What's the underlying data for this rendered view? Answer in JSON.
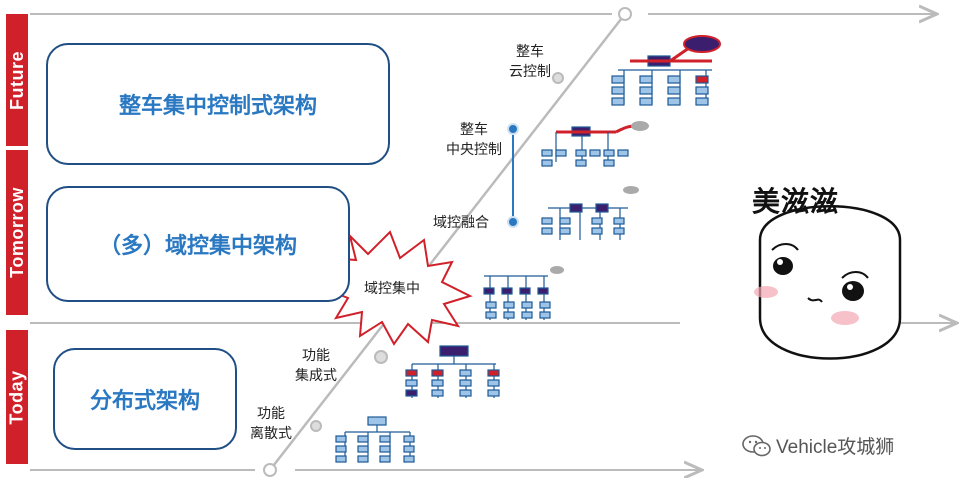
{
  "bands": {
    "future": "Future",
    "tomorrow": "Tomorrow",
    "today": "Today"
  },
  "boxes": {
    "future": "整车集中控制式架构",
    "tomorrow": "（多）域控集中架构",
    "today": "分布式架构"
  },
  "stages": {
    "discrete": [
      "功能",
      "离散式"
    ],
    "integrated": [
      "功能",
      "集成式"
    ],
    "domain_central": "域控集中",
    "domain_fusion": "域控融合",
    "vehicle_central": [
      "整车",
      "中央控制"
    ],
    "vehicle_cloud": [
      "整车",
      "云控制"
    ]
  },
  "sticker_text": "美滋滋",
  "brand": "Vehicle攻城狮",
  "colors": {
    "band_red": "#d0202a",
    "box_border": "#1f4f84",
    "box_text": "#2a78c2",
    "ecu_fill": "#9ec5e8",
    "ecu_border": "#1e5a96",
    "gateway": "#3b1f6e",
    "link_red": "#d0202a",
    "timeline": "#bbbbbb",
    "node_blue": "#2a78c2"
  }
}
